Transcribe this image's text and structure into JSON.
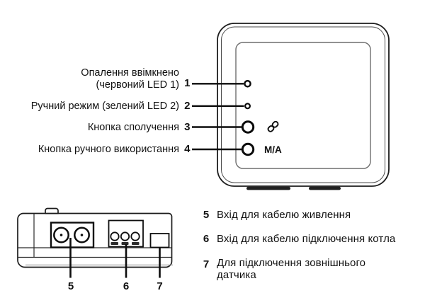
{
  "figure": {
    "front_view": {
      "callouts": [
        {
          "num": "1",
          "lines": [
            "Опалення ввімкнено",
            "(червоний LED 1)"
          ]
        },
        {
          "num": "2",
          "lines": [
            "Ручний режим (зелений LED 2)"
          ]
        },
        {
          "num": "3",
          "lines": [
            "Кнопка сполучення"
          ]
        },
        {
          "num": "4",
          "lines": [
            "Кнопка ручного використання"
          ]
        }
      ],
      "pairing_button_icon": "link-icon",
      "manual_button_label": "M/A"
    },
    "side_view": {
      "callouts": [
        {
          "num": "5",
          "lines": [
            "Вхід для кабелю живлення"
          ]
        },
        {
          "num": "6",
          "lines": [
            "Вхід для кабелю підключення котла"
          ]
        },
        {
          "num": "7",
          "lines": [
            "Для підключення зовнішнього",
            "датчика"
          ]
        }
      ]
    },
    "colors": {
      "line": "#1c1c1c",
      "background": "#ffffff"
    }
  }
}
